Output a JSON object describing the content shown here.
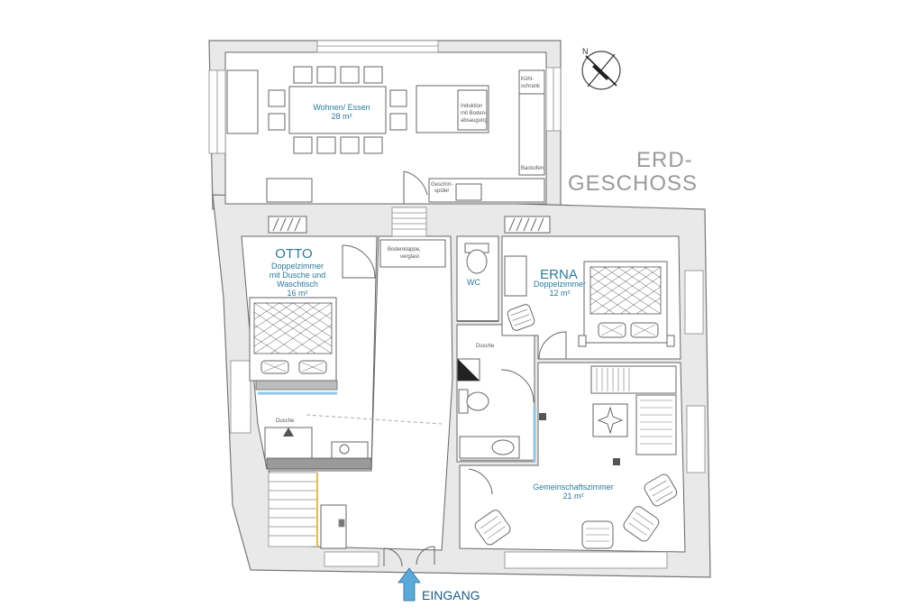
{
  "floor_title": {
    "line1": "ERD-",
    "line2": "GESCHOSS"
  },
  "compass": {
    "label": "N"
  },
  "entrance": {
    "label": "EINGANG"
  },
  "rooms": {
    "wohnen": {
      "name": "Wohnen/ Essen",
      "area": "28 m²"
    },
    "otto": {
      "name": "OTTO",
      "line1": "Doppelzimmer",
      "line2": "mit Dusche und",
      "line3": "Waschtisch",
      "area": "16 m²"
    },
    "erna": {
      "name": "ERNA",
      "line1": "Doppelzimmer",
      "area": "12 m²"
    },
    "gemeinschaft": {
      "name": "Gemeinschaftszimmer",
      "area": "21 m²"
    },
    "wc": {
      "name": "WC"
    }
  },
  "labels": {
    "kuehl1": "Kühl-",
    "kuehl2": "schrank",
    "backofen": "Backofen",
    "geschirr1": "Geschirr-",
    "geschirr2": "spüler",
    "induktion1": "Induktion",
    "induktion2": "mit Boden-",
    "induktion3": "absaugung",
    "bodenklappe1": "Bodenklappe,",
    "bodenklappe2": "verglast",
    "dusche_otto": "Dusche",
    "dusche_bad": "Dusche"
  },
  "colors": {
    "accent": "#2b7a9a",
    "entrance_arrow": "#5aa9d6",
    "shower": "#8fc9e8"
  }
}
